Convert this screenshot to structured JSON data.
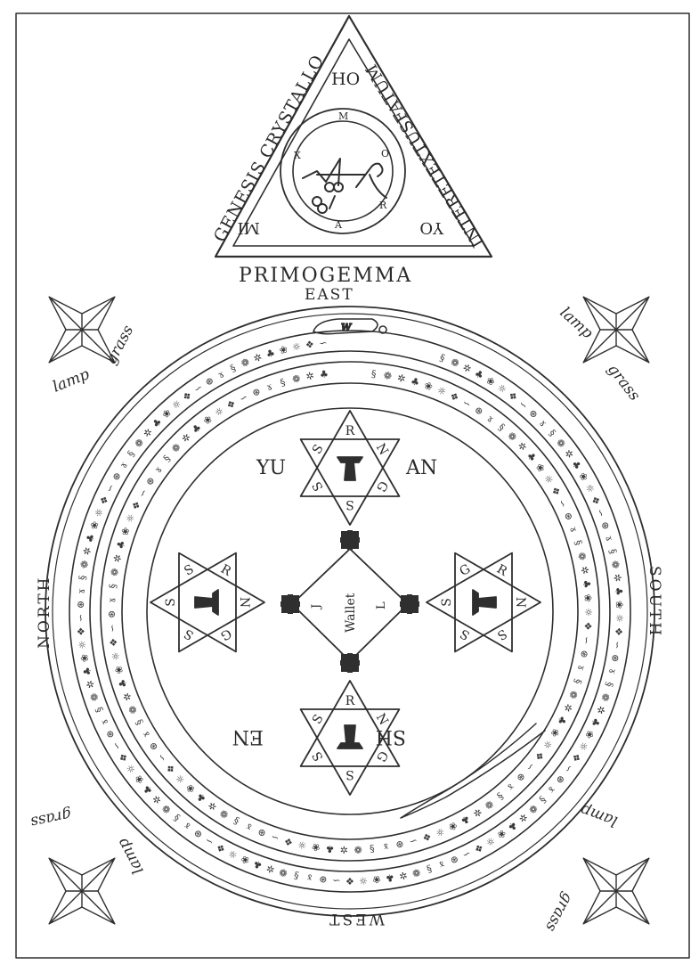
{
  "colors": {
    "ink": "#2f2f2f",
    "paper": "#ffffff"
  },
  "triangle": {
    "left_side": "GENESIS CRYSTALLO",
    "right_side": "INTERETEXTUSFATUM",
    "bottom_side": "MI",
    "bottom_right": "YO",
    "top_inner": "HO",
    "ring_letters": [
      "M",
      "O",
      "R",
      "A",
      "X"
    ]
  },
  "labels": {
    "primogemma": "PRIMOGEMMA",
    "east": "EAST",
    "west": "WEST",
    "north": "NORTH",
    "south": "SOUTH",
    "wallet": "Wallet",
    "lamp": "lamp",
    "grass": "grass"
  },
  "hexagrams": {
    "top": {
      "letters": [
        "R",
        "N",
        "G",
        "S",
        "S",
        "S"
      ],
      "left": "YU",
      "right": "AN"
    },
    "bottom": {
      "letters": [
        "S",
        "S",
        "S",
        "R",
        "N",
        "G"
      ],
      "left": "EN",
      "right": "SH"
    },
    "left_letters": [
      "N",
      "G",
      "S",
      "S",
      "S",
      "R"
    ],
    "right_letters": [
      "S",
      "G",
      "R",
      "N",
      "S",
      "S"
    ]
  },
  "diamond_letters": [
    "J",
    "L"
  ],
  "snake_head_letter": "W"
}
